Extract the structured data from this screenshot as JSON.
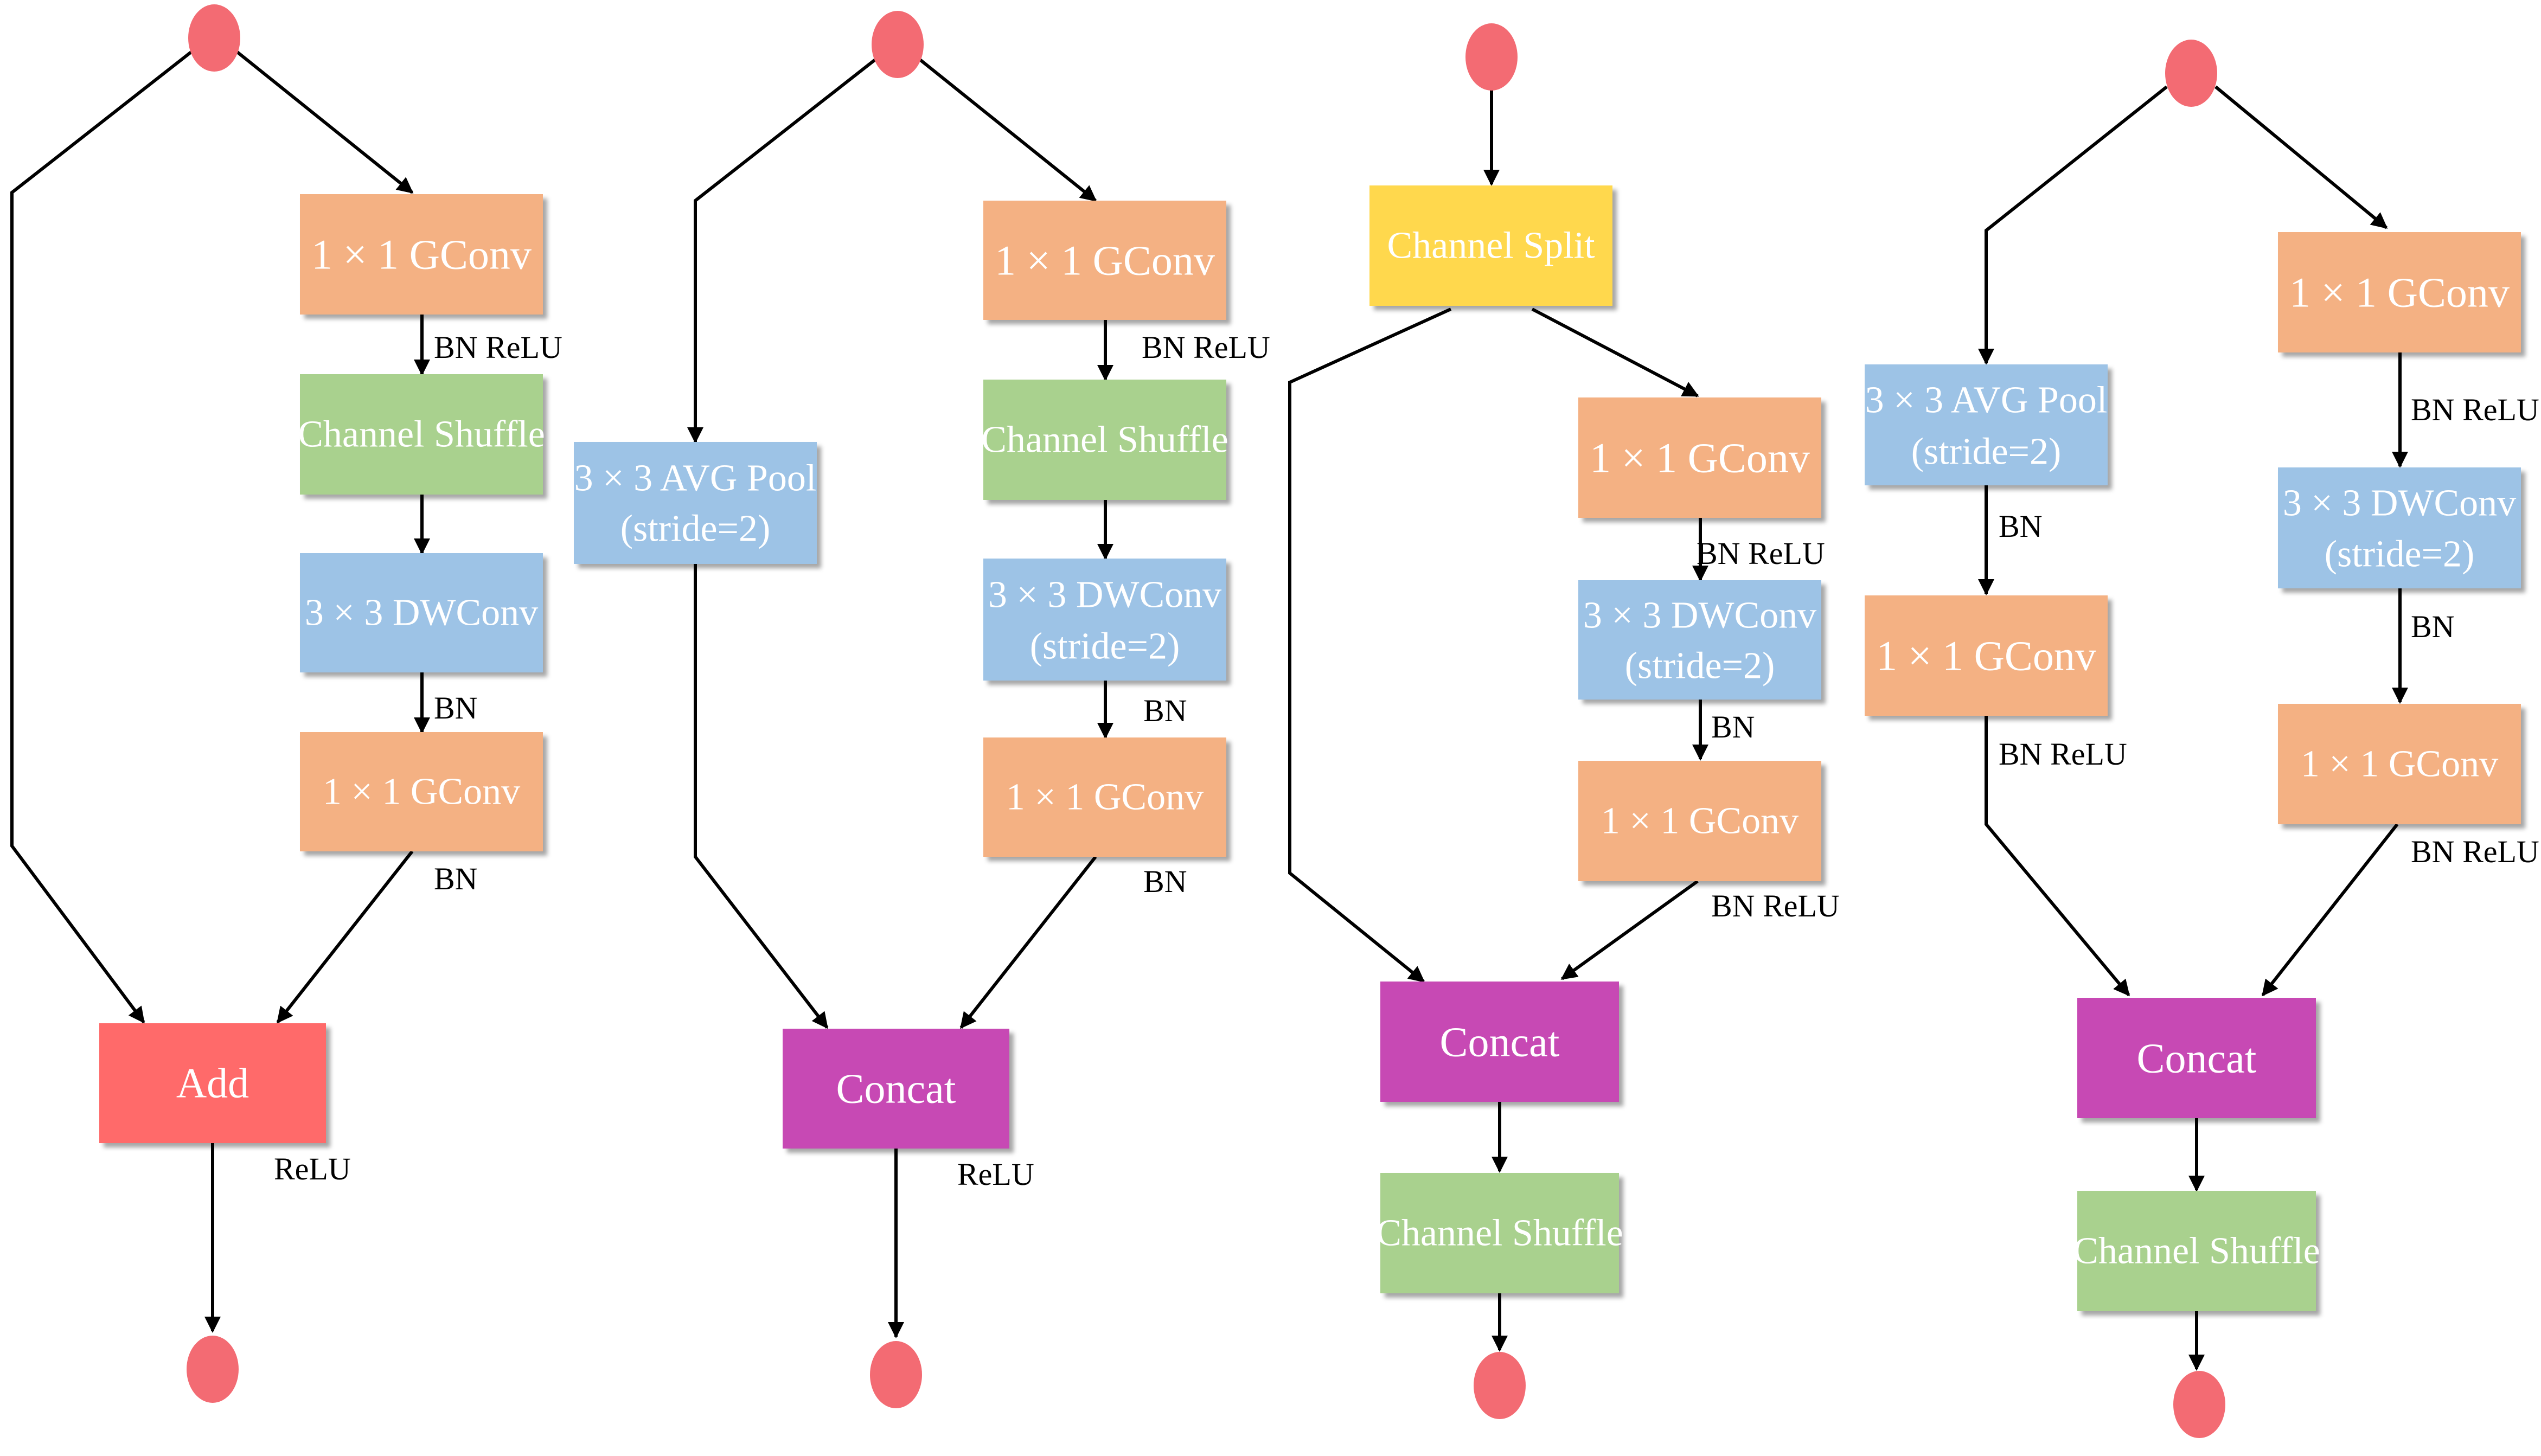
{
  "colors": {
    "orange": "#f4b183",
    "green": "#a9d18e",
    "blue": "#9dc3e6",
    "red": "#ff6b6b",
    "magenta": "#c74ab4",
    "yellow": "#ffd84d",
    "node_dot": "#f36b73"
  },
  "nodes": {
    "a1": {
      "line1": "1 × 1 GConv",
      "line2": ""
    },
    "a2": {
      "line1": "Channel Shuffle",
      "line2": ""
    },
    "a3": {
      "line1": "3 × 3 DWConv",
      "line2": ""
    },
    "a4": {
      "line1": "1 × 1 GConv",
      "line2": ""
    },
    "a5": {
      "line1": "Add",
      "line2": ""
    },
    "b0": {
      "line1": "3 × 3 AVG Pool",
      "line2": "(stride=2)"
    },
    "b1": {
      "line1": "1 × 1 GConv",
      "line2": ""
    },
    "b2": {
      "line1": "Channel Shuffle",
      "line2": ""
    },
    "b3": {
      "line1": "3 × 3 DWConv",
      "line2": "(stride=2)"
    },
    "b4": {
      "line1": "1 × 1 GConv",
      "line2": ""
    },
    "b5": {
      "line1": "Concat",
      "line2": ""
    },
    "c0": {
      "line1": "Channel Split",
      "line2": ""
    },
    "c1": {
      "line1": "1 × 1 GConv",
      "line2": ""
    },
    "c2": {
      "line1": "3 × 3 DWConv",
      "line2": "(stride=2)"
    },
    "c3": {
      "line1": "1 × 1 GConv",
      "line2": ""
    },
    "c4": {
      "line1": "Concat",
      "line2": ""
    },
    "c5": {
      "line1": "Channel Shuffle",
      "line2": ""
    },
    "d0": {
      "line1": "3 × 3 AVG Pool",
      "line2": "(stride=2)"
    },
    "d1": {
      "line1": "1 × 1 GConv",
      "line2": ""
    },
    "d2": {
      "line1": "1 × 1 GConv",
      "line2": ""
    },
    "d3": {
      "line1": "3 × 3 DWConv",
      "line2": "(stride=2)"
    },
    "d4": {
      "line1": "1 × 1 GConv",
      "line2": ""
    },
    "d5": {
      "line1": "Concat",
      "line2": ""
    },
    "d6": {
      "line1": "Channel Shuffle",
      "line2": ""
    }
  },
  "labels": {
    "a_bnrelu": "BN ReLU",
    "a_bn1": "BN",
    "a_bn2": "BN",
    "a_relu": "ReLU",
    "b_bnrelu": "BN ReLU",
    "b_bn1": "BN",
    "b_bn2": "BN",
    "b_relu": "ReLU",
    "c_bnrelu1": "BN ReLU",
    "c_bn": "BN",
    "c_bnrelu2": "BN ReLU",
    "d_bn": "BN",
    "d_bnrelu1": "BN ReLU",
    "d_bnrelu2": "BN ReLU",
    "d_bn2": "BN",
    "d_bnrelu3": "BN ReLU"
  }
}
